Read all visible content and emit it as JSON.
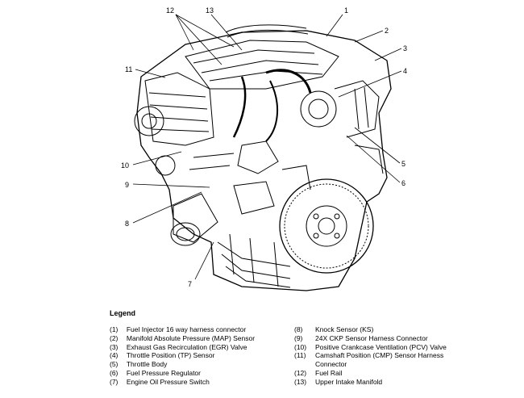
{
  "callouts": [
    "1",
    "2",
    "3",
    "4",
    "5",
    "6",
    "7",
    "8",
    "9",
    "10",
    "11",
    "12",
    "13"
  ],
  "legend": {
    "title": "Legend",
    "left": [
      {
        "num": "(1)",
        "text": "Fuel Injector 16 way harness connector"
      },
      {
        "num": "(2)",
        "text": "Manifold Absolute Pressure (MAP) Sensor"
      },
      {
        "num": "(3)",
        "text": "Exhaust Gas Recirculation (EGR) Valve"
      },
      {
        "num": "(4)",
        "text": "Throttle Position (TP) Sensor"
      },
      {
        "num": "(5)",
        "text": "Throttle Body"
      },
      {
        "num": "(6)",
        "text": "Fuel Pressure Regulator"
      },
      {
        "num": "(7)",
        "text": "Engine Oil Pressure Switch"
      }
    ],
    "right": [
      {
        "num": "(8)",
        "text": "Knock Sensor (KS)"
      },
      {
        "num": "(9)",
        "text": "24X CKP Sensor Harness Connector"
      },
      {
        "num": "(10)",
        "text": "Positive Crankcase Ventilation (PCV) Valve"
      },
      {
        "num": "(11)",
        "text": "Camshaft Position (CMP) Sensor Harness Connector"
      },
      {
        "num": "(12)",
        "text": "Fuel Rail"
      },
      {
        "num": "(13)",
        "text": "Upper Intake Manifold"
      }
    ]
  }
}
